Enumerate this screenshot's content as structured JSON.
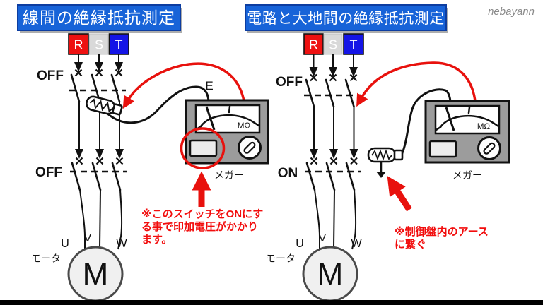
{
  "watermark": "nebayann",
  "colors": {
    "title_bg": "#1763d8",
    "title_border": "#0d3da0",
    "accent_red": "#e8110d",
    "note_red": "#f20d0d",
    "phase_r": "#ee1111",
    "phase_s": "#d9d9d9",
    "phase_t": "#1414e6"
  },
  "left": {
    "title": "線間の絶縁抵抗測定",
    "phases": [
      {
        "label": "R",
        "color": "#ee1111"
      },
      {
        "label": "S",
        "color": "#d9d9d9"
      },
      {
        "label": "T",
        "color": "#1414e6"
      }
    ],
    "breaker_top": "OFF",
    "breaker_bottom": "OFF",
    "earth_lead_label": "E",
    "terminals": [
      "U",
      "V",
      "W"
    ],
    "motor_symbol": "M",
    "motor_label": "モータ",
    "megger_label": "メガー",
    "meter_unit": "MΩ",
    "note_lines": [
      "※このスイッチをONにす",
      "る事で印加電圧がかかり",
      "ます。"
    ]
  },
  "right": {
    "title": "電路と大地間の絶縁抵抗測定",
    "phases": [
      {
        "label": "R",
        "color": "#ee1111"
      },
      {
        "label": "S",
        "color": "#d9d9d9"
      },
      {
        "label": "T",
        "color": "#1414e6"
      }
    ],
    "breaker_top": "OFF",
    "breaker_bottom": "ON",
    "terminals": [
      "U",
      "V",
      "W"
    ],
    "motor_symbol": "M",
    "motor_label": "モータ",
    "megger_label": "メガー",
    "meter_unit": "MΩ",
    "note_lines": [
      "※制御盤内のアース",
      "に繋ぐ"
    ]
  }
}
